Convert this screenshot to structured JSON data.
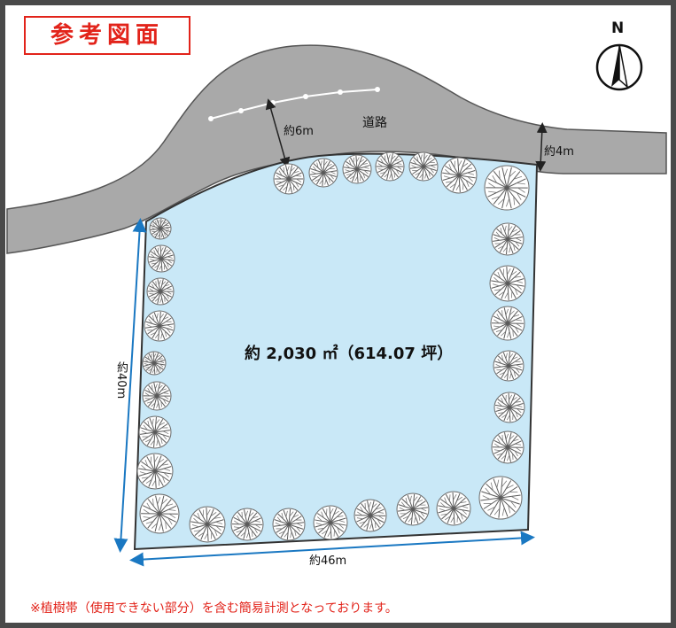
{
  "badge": "参考図面",
  "north": "N",
  "road_label": "道路",
  "road_width_main": "約6m",
  "road_width_branch": "約4m",
  "area_label": "約 2,030 ㎡（614.07 坪）",
  "dimension_bottom": "約46m",
  "dimension_left": "約40m",
  "note": "※植樹帯（使用できない部分）を含む簡易計測となっております。",
  "colors": {
    "frame": "#4a4a4a",
    "road": "#a9a9a9",
    "lot": "#c9e8f7",
    "dimension": "#1a78c2",
    "accent": "#e2231a"
  },
  "icons": [
    "north-arrow-icon",
    "tree-icon"
  ]
}
